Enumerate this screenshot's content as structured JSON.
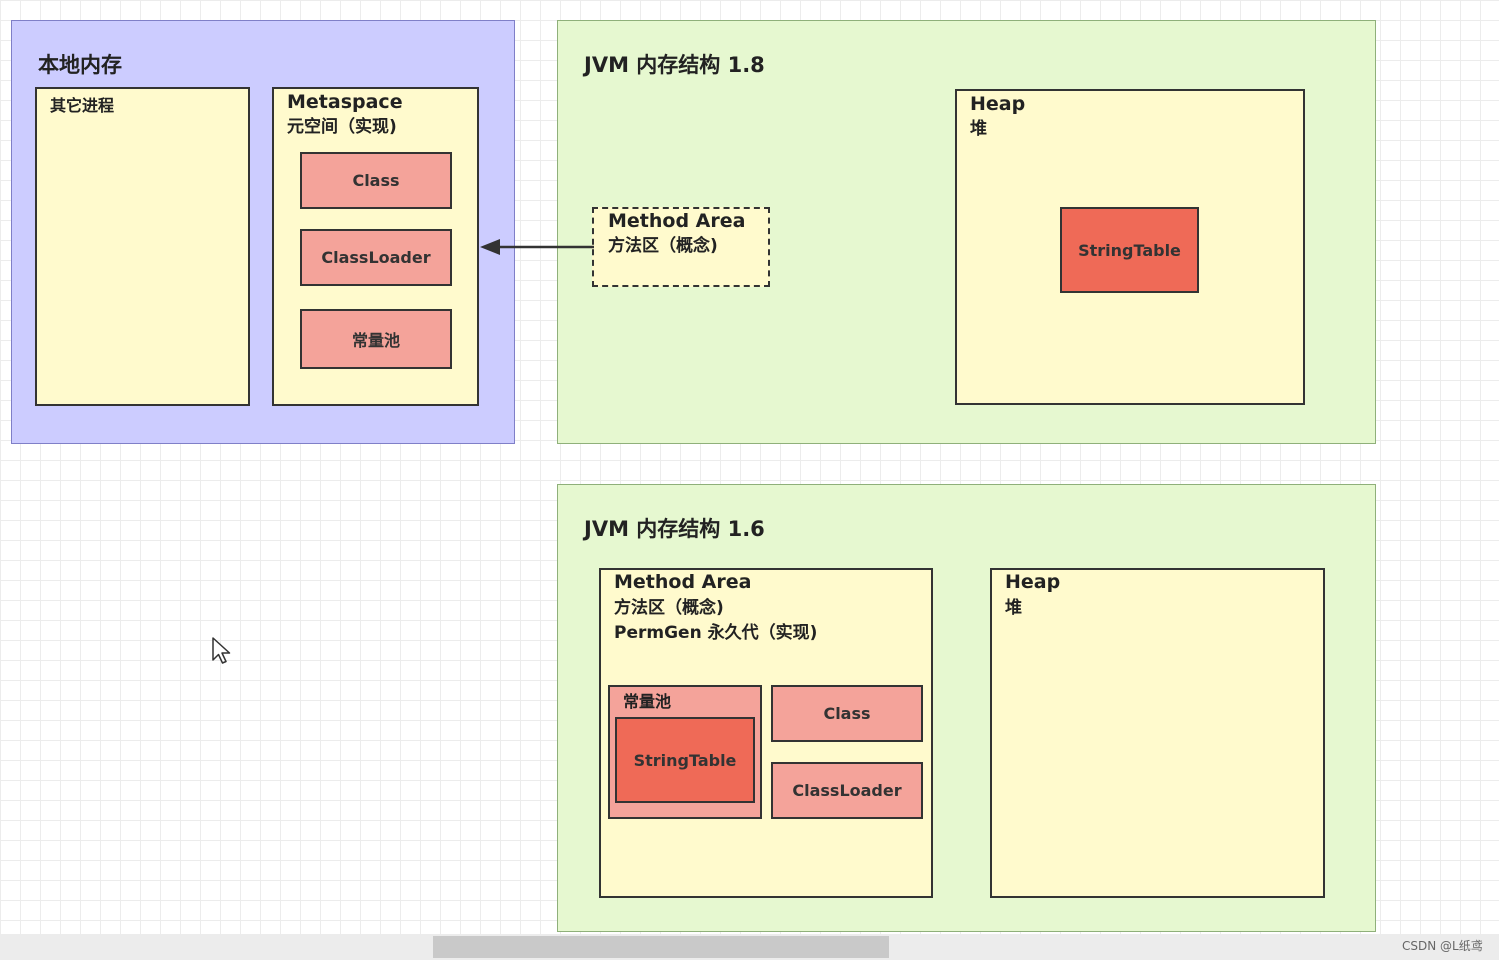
{
  "native_memory": {
    "title": "本地内存",
    "other_processes": "其它进程",
    "metaspace": {
      "title": "Metaspace",
      "subtitle": "元空间（实现)",
      "items": [
        "Class",
        "ClassLoader",
        "常量池"
      ]
    }
  },
  "jvm18": {
    "title": "JVM 内存结构 1.8",
    "method_area": {
      "title": "Method Area",
      "subtitle": "方法区（概念)"
    },
    "heap": {
      "title": "Heap",
      "subtitle": "堆",
      "string_table": "StringTable"
    }
  },
  "jvm16": {
    "title": "JVM 内存结构 1.6",
    "method_area": {
      "title": "Method Area",
      "subtitle": "方法区（概念)",
      "permgen": "PermGen 永久代（实现)",
      "constant_pool": "常量池",
      "string_table": "StringTable",
      "class": "Class",
      "classloader": "ClassLoader"
    },
    "heap": {
      "title": "Heap",
      "subtitle": "堆"
    }
  },
  "watermark": "CSDN @L纸鸢",
  "colors": {
    "native_panel": "#ccccff",
    "jvm_panel": "#e6f8d0",
    "region": "#fffacd",
    "item": "#f4a39a",
    "string_table": "#ef6a57"
  }
}
